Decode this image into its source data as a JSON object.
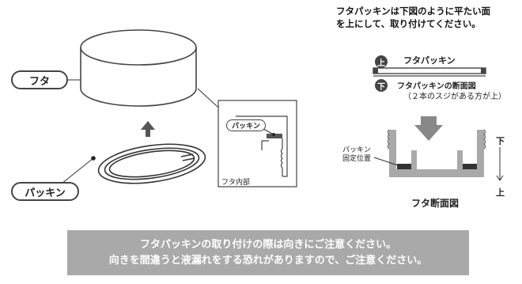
{
  "instruction": {
    "line1": "フタパッキンは下図のように平たい面",
    "line2": "を上にして、取り付けてください。"
  },
  "labels": {
    "lid": "フタ",
    "packing": "パッキン",
    "packing_inset": "パッキン",
    "lid_inner": "フタ内部",
    "lid_packing_title": "フタパッキン",
    "top_mark": "上",
    "bottom_mark": "下",
    "section_title": "フタパッキンの断面図",
    "section_note": "（２本のスジがある方が上）",
    "packing_fixed_1": "パッキン",
    "packing_fixed_2": "固定位置",
    "lid_section": "フタ断面図",
    "axis_bottom": "下",
    "axis_top": "上"
  },
  "note": {
    "line1": "フタパッキンの取り付けの際は向きにご注意ください。",
    "line2": "向きを間違うと液漏れをする恐れがありますので、ご注意ください。"
  },
  "colors": {
    "line": "#444444",
    "gray_fill": "#a9a9a9",
    "dark": "#555555"
  }
}
